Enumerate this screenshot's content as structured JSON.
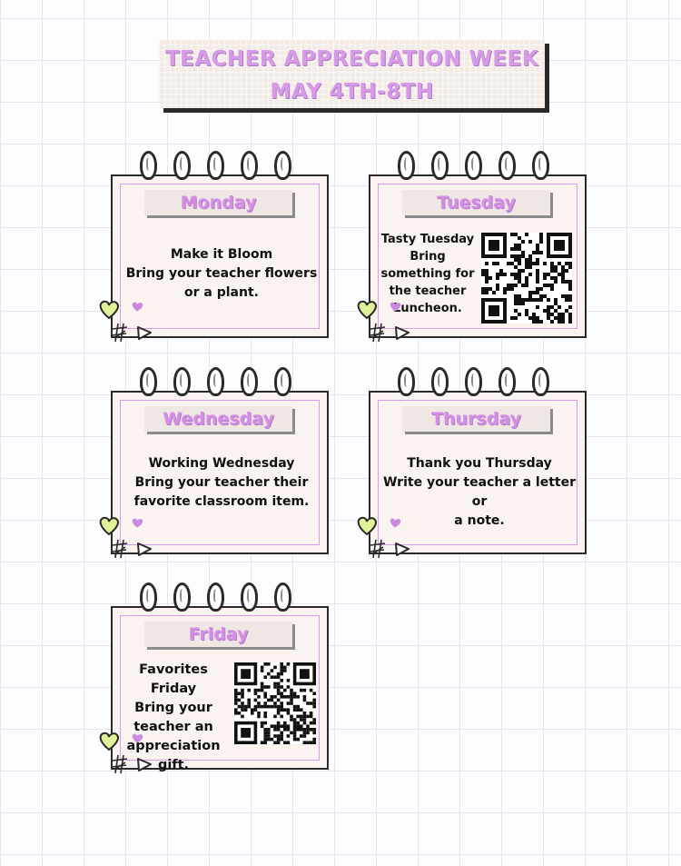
{
  "header": {
    "line1": "TEACHER APPRECIATION WEEK",
    "line2": "MAY 4TH-8TH"
  },
  "days": {
    "monday": {
      "label": "Monday",
      "line1": "Make it Bloom",
      "line2": "Bring your teacher flowers",
      "line3": "or a plant."
    },
    "tuesday": {
      "label": "Tuesday",
      "line1": "Tasty Tuesday",
      "line2": "Bring",
      "line3": "something for",
      "line4": "the teacher",
      "line5": "Luncheon."
    },
    "wednesday": {
      "label": "Wednesday",
      "line1": "Working Wednesday",
      "line2": "Bring your teacher their",
      "line3": "favorite classroom item."
    },
    "thursday": {
      "label": "Thursday",
      "line1": "Thank you Thursday",
      "line2": "Write your teacher a letter or",
      "line3": "a note."
    },
    "friday": {
      "label": "Friday",
      "line1": "Favorites Friday",
      "line2": "Bring your",
      "line3": "teacher an",
      "line4": "appreciation",
      "line5": "gift."
    }
  },
  "icons": [
    "green-heart-icon",
    "purple-heart-icon",
    "hashtag-icon",
    "triangle-icon",
    "spiral-ring-icon",
    "qr-code-icon"
  ],
  "colors": {
    "accent_pink": "#d69ae8",
    "card_bg": "#faf3f0",
    "heart_green": "#dff29a",
    "heart_purple": "#c98ae0",
    "outline": "#2a2a2a"
  }
}
